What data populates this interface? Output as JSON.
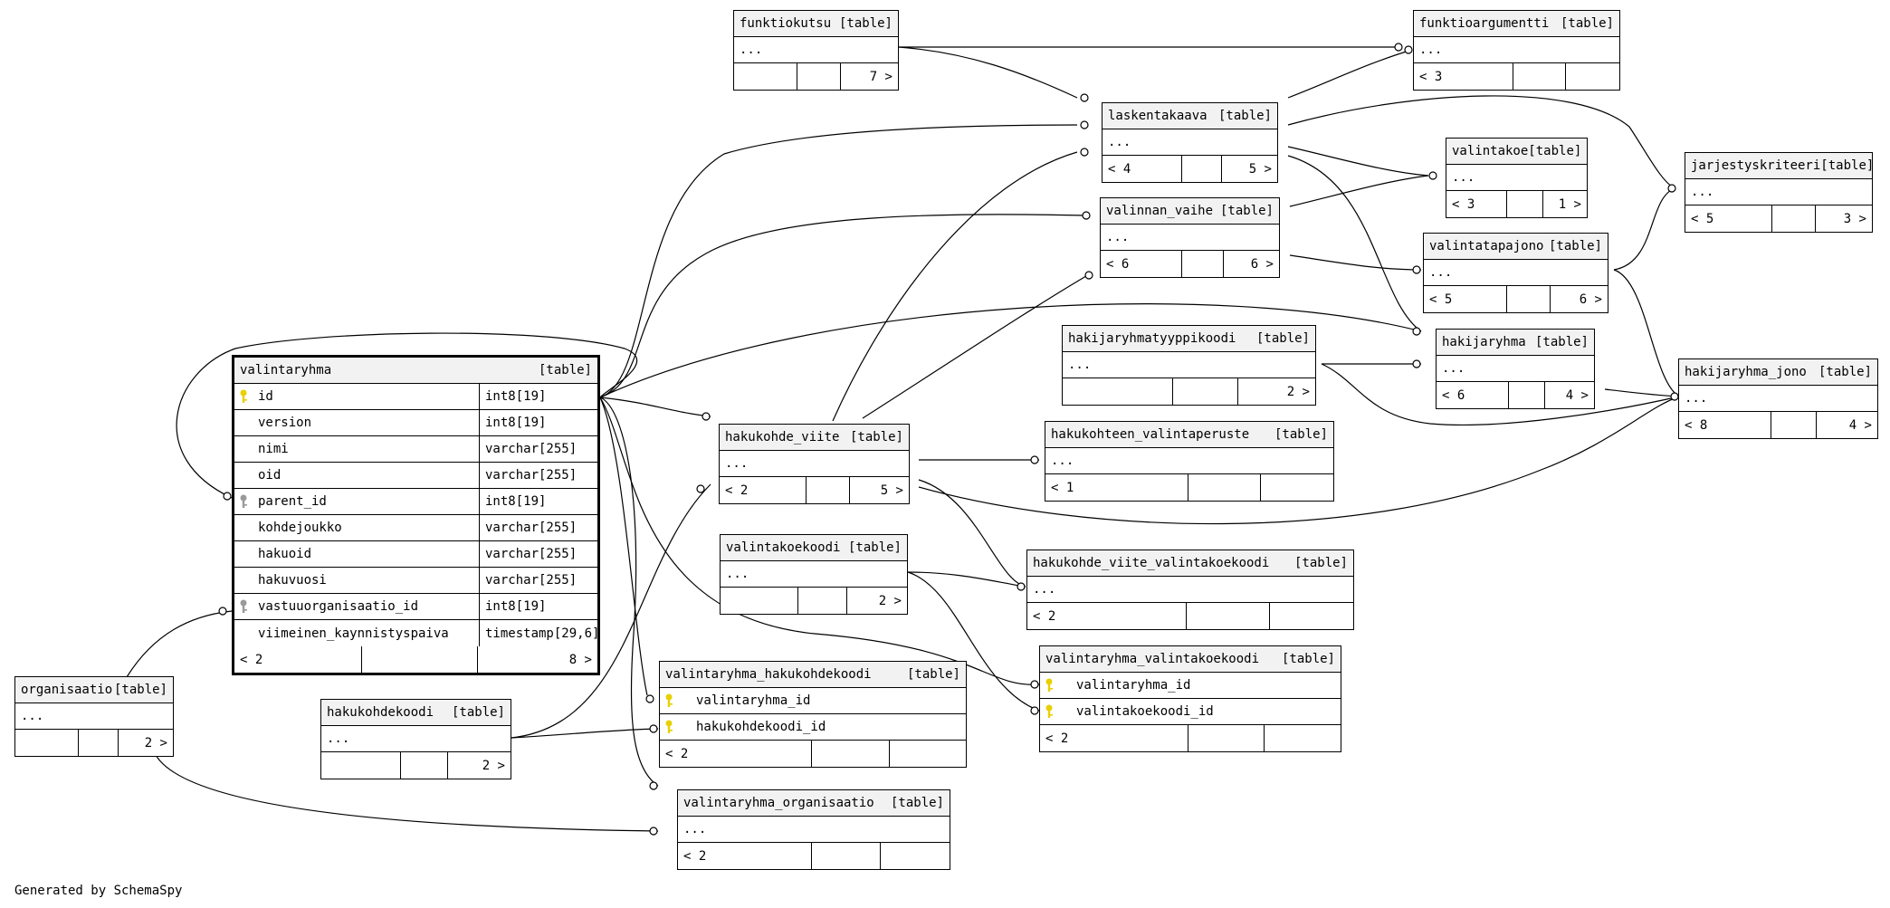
{
  "footer": "Generated by SchemaSpy",
  "key_colors": {
    "primary": "#e8d000",
    "foreign": "#9a9a9a"
  },
  "tables": {
    "funktiokutsu": {
      "name": "funktiokutsu",
      "tag": "[table]",
      "dots": "...",
      "foot": [
        "",
        "",
        "7 >"
      ]
    },
    "funktioargumentti": {
      "name": "funktioargumentti",
      "tag": "[table]",
      "dots": "...",
      "foot": [
        "< 3",
        "",
        ""
      ]
    },
    "laskentakaava": {
      "name": "laskentakaava",
      "tag": "[table]",
      "dots": "...",
      "foot": [
        "< 4",
        "",
        "5 >"
      ]
    },
    "valintakoe": {
      "name": "valintakoe",
      "tag": "[table]",
      "dots": "...",
      "foot": [
        "< 3",
        "",
        "1 >"
      ]
    },
    "jarjestyskriteeri": {
      "name": "jarjestyskriteeri",
      "tag": "[table]",
      "dots": "...",
      "foot": [
        "< 5",
        "",
        "3 >"
      ]
    },
    "valinnan_vaihe": {
      "name": "valinnan_vaihe",
      "tag": "[table]",
      "dots": "...",
      "foot": [
        "< 6",
        "",
        "6 >"
      ]
    },
    "valintatapajono": {
      "name": "valintatapajono",
      "tag": "[table]",
      "dots": "...",
      "foot": [
        "< 5",
        "",
        "6 >"
      ]
    },
    "hakijaryhmatyyppikoodi": {
      "name": "hakijaryhmatyyppikoodi",
      "tag": "[table]",
      "dots": "...",
      "foot": [
        "",
        "",
        "2 >"
      ]
    },
    "hakijaryhma": {
      "name": "hakijaryhma",
      "tag": "[table]",
      "dots": "...",
      "foot": [
        "< 6",
        "",
        "4 >"
      ]
    },
    "hakijaryhma_jono": {
      "name": "hakijaryhma_jono",
      "tag": "[table]",
      "dots": "...",
      "foot": [
        "< 8",
        "",
        "4 >"
      ]
    },
    "hakukohde_viite": {
      "name": "hakukohde_viite",
      "tag": "[table]",
      "dots": "...",
      "foot": [
        "< 2",
        "",
        "5 >"
      ]
    },
    "hakukohteen_valintaperuste": {
      "name": "hakukohteen_valintaperuste",
      "tag": "[table]",
      "dots": "...",
      "foot": [
        "< 1",
        "",
        ""
      ]
    },
    "valintakoekoodi": {
      "name": "valintakoekoodi",
      "tag": "[table]",
      "dots": "...",
      "foot": [
        "",
        "",
        "2 >"
      ]
    },
    "hakukohde_viite_valintakoekoodi": {
      "name": "hakukohde_viite_valintakoekoodi",
      "tag": "[table]",
      "dots": "...",
      "foot": [
        "< 2",
        "",
        ""
      ]
    },
    "organisaatio": {
      "name": "organisaatio",
      "tag": "[table]",
      "dots": "...",
      "foot": [
        "",
        "",
        "2 >"
      ]
    },
    "hakukohdekoodi": {
      "name": "hakukohdekoodi",
      "tag": "[table]",
      "dots": "...",
      "foot": [
        "",
        "",
        "2 >"
      ]
    },
    "valintaryhma_organisaatio": {
      "name": "valintaryhma_organisaatio",
      "tag": "[table]",
      "dots": "...",
      "foot": [
        "< 2",
        "",
        ""
      ]
    },
    "valintaryhma_hakukohdekoodi": {
      "name": "valintaryhma_hakukohdekoodi",
      "tag": "[table]",
      "columns": [
        {
          "name": "valintaryhma_id",
          "key": "primary"
        },
        {
          "name": "hakukohdekoodi_id",
          "key": "primary"
        }
      ],
      "foot": [
        "< 2",
        "",
        ""
      ]
    },
    "valintaryhma_valintakoekoodi": {
      "name": "valintaryhma_valintakoekoodi",
      "tag": "[table]",
      "columns": [
        {
          "name": "valintaryhma_id",
          "key": "primary"
        },
        {
          "name": "valintakoekoodi_id",
          "key": "primary"
        }
      ],
      "foot": [
        "< 2",
        "",
        ""
      ]
    },
    "valintaryhma": {
      "name": "valintaryhma",
      "tag": "[table]",
      "columns": [
        {
          "name": "id",
          "type": "int8[19]",
          "key": "primary"
        },
        {
          "name": "version",
          "type": "int8[19]",
          "key": ""
        },
        {
          "name": "nimi",
          "type": "varchar[255]",
          "key": ""
        },
        {
          "name": "oid",
          "type": "varchar[255]",
          "key": ""
        },
        {
          "name": "parent_id",
          "type": "int8[19]",
          "key": "foreign"
        },
        {
          "name": "kohdejoukko",
          "type": "varchar[255]",
          "key": ""
        },
        {
          "name": "hakuoid",
          "type": "varchar[255]",
          "key": ""
        },
        {
          "name": "hakuvuosi",
          "type": "varchar[255]",
          "key": ""
        },
        {
          "name": "vastuuorganisaatio_id",
          "type": "int8[19]",
          "key": "foreign"
        },
        {
          "name": "viimeinen_kaynnistyspaiva",
          "type": "timestamp[29,6]",
          "key": ""
        }
      ],
      "foot": [
        "< 2",
        "",
        "8 >"
      ]
    }
  }
}
